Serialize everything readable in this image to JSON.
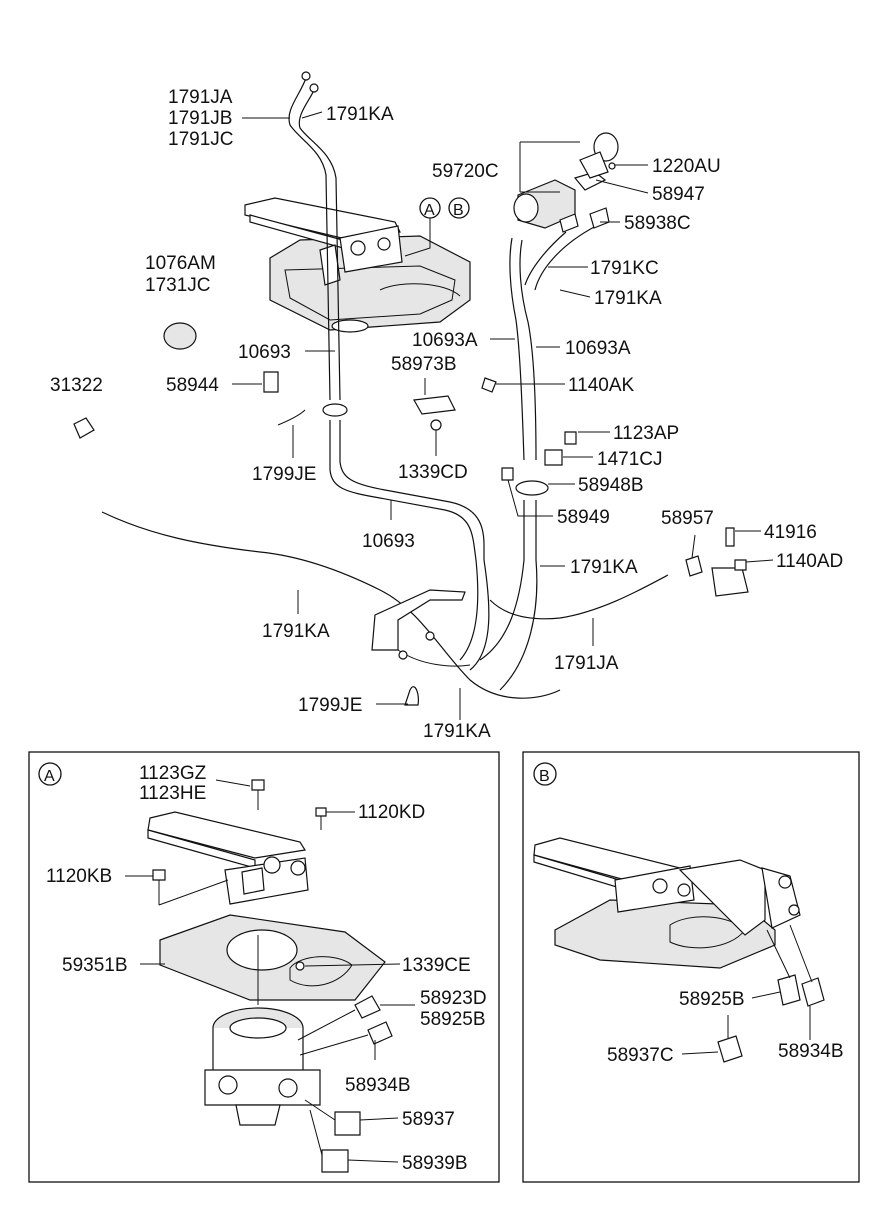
{
  "diagram": {
    "labels": {
      "l_1791JA_top": "1791JA",
      "l_1791JB": "1791JB",
      "l_1791JC": "1791JC",
      "l_1791KA_top": "1791KA",
      "l_59720C": "59720C",
      "l_1220AU": "1220AU",
      "l_58947": "58947",
      "l_58938C": "58938C",
      "l_1791KC": "1791KC",
      "l_1791KA_r1": "1791KA",
      "l_1076AM": "1076AM",
      "l_1731JC": "1731JC",
      "l_10693A_l": "10693A",
      "l_10693A_r": "10693A",
      "l_10693_l": "10693",
      "l_58973B": "58973B",
      "l_1140AK": "1140AK",
      "l_31322": "31322",
      "l_58944": "58944",
      "l_1123AP": "1123AP",
      "l_1471CJ": "1471CJ",
      "l_1799JE_1": "1799JE",
      "l_1339CD": "1339CD",
      "l_58948B": "58948B",
      "l_58949": "58949",
      "l_58957": "58957",
      "l_41916": "41916",
      "l_10693_b": "10693",
      "l_1140AD": "1140AD",
      "l_1791KA_m": "1791KA",
      "l_1791KA_l": "1791KA",
      "l_1791JA_b": "1791JA",
      "l_1799JE_2": "1799JE",
      "l_1791KA_b": "1791KA",
      "l_1123GZ": "1123GZ",
      "l_1123HE": "1123HE",
      "l_1120KD": "1120KD",
      "l_1120KB": "1120KB",
      "l_59351B": "59351B",
      "l_1339CE": "1339CE",
      "l_58923D": "58923D",
      "l_58925B_a": "58925B",
      "l_58934B_a": "58934B",
      "l_58937": "58937",
      "l_58939B": "58939B",
      "l_58925B_b": "58925B",
      "l_58934B_b": "58934B",
      "l_58937C": "58937C"
    },
    "callouts": {
      "a_top": "A",
      "b_top": "B",
      "a_panel": "A",
      "b_panel": "B"
    }
  }
}
